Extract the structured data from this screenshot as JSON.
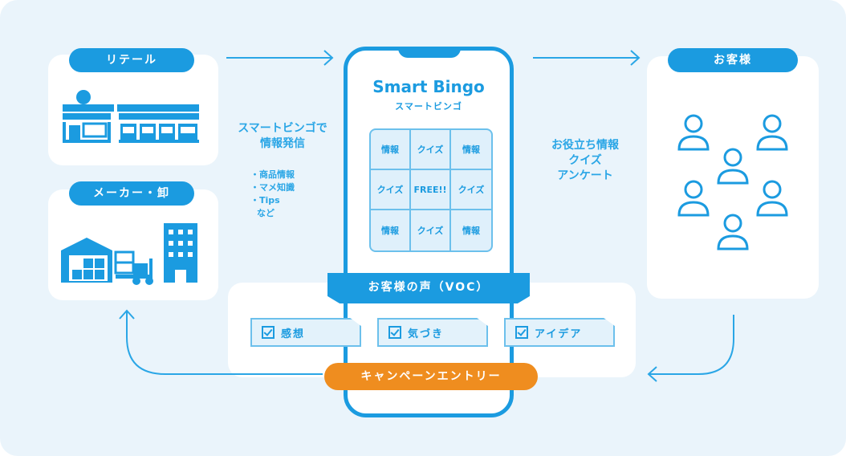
{
  "nodes": {
    "retail": "リテール",
    "maker": "メーカー・卸",
    "customer": "お客様"
  },
  "phone": {
    "title": "Smart Bingo",
    "subtitle": "スマートビンゴ",
    "grid": [
      "情報",
      "クイズ",
      "情報",
      "クイズ",
      "FREE!!",
      "クイズ",
      "情報",
      "クイズ",
      "情報"
    ]
  },
  "left_message": {
    "heading_line1": "スマートビンゴで",
    "heading_line2": "情報発信",
    "items": [
      "・商品情報",
      "・マメ知識",
      "・Tips",
      "など"
    ]
  },
  "right_message": {
    "line1": "お役立ち情報",
    "line2": "クイズ",
    "line3": "アンケート"
  },
  "voc": {
    "label": "お客様の声（VOC）",
    "items": [
      "感想",
      "気づき",
      "アイデア"
    ]
  },
  "campaign": "キャンペーンエントリー",
  "colors": {
    "primary": "#1b9be0",
    "accent": "#ef8d1f",
    "background": "#eaf4fb"
  }
}
